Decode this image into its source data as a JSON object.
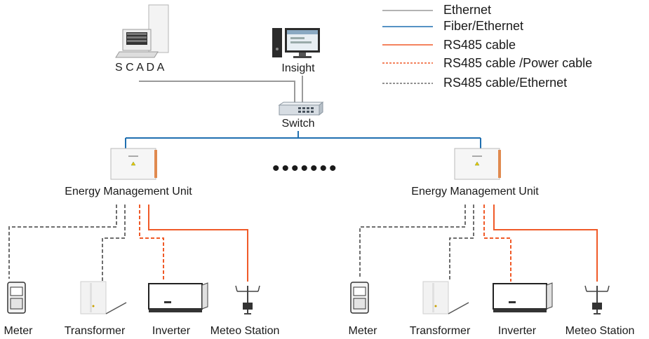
{
  "legend": [
    {
      "label": "Ethernet",
      "color": "#9a9a9a",
      "style": "solid"
    },
    {
      "label": "Fiber/Ethernet",
      "color": "#1f6fb0",
      "style": "solid"
    },
    {
      "label": "RS485 cable",
      "color": "#f05a28",
      "style": "solid"
    },
    {
      "label": "RS485 cable /Power cable",
      "color": "#f05a28",
      "style": "dashed"
    },
    {
      "label": "RS485 cable/Ethernet",
      "color": "#6e6e6e",
      "style": "dashed"
    }
  ],
  "top": {
    "scada": "S C A D A",
    "insight": "Insight",
    "switch": "Switch"
  },
  "ellipsis": "•••••••",
  "groups": [
    {
      "emu": "Energy Management Unit",
      "devices": [
        "Meter",
        "Transformer",
        "Inverter",
        "Meteo Station"
      ]
    },
    {
      "emu": "Energy Management Unit",
      "devices": [
        "Meter",
        "Transformer",
        "Inverter",
        "Meteo Station"
      ]
    }
  ]
}
